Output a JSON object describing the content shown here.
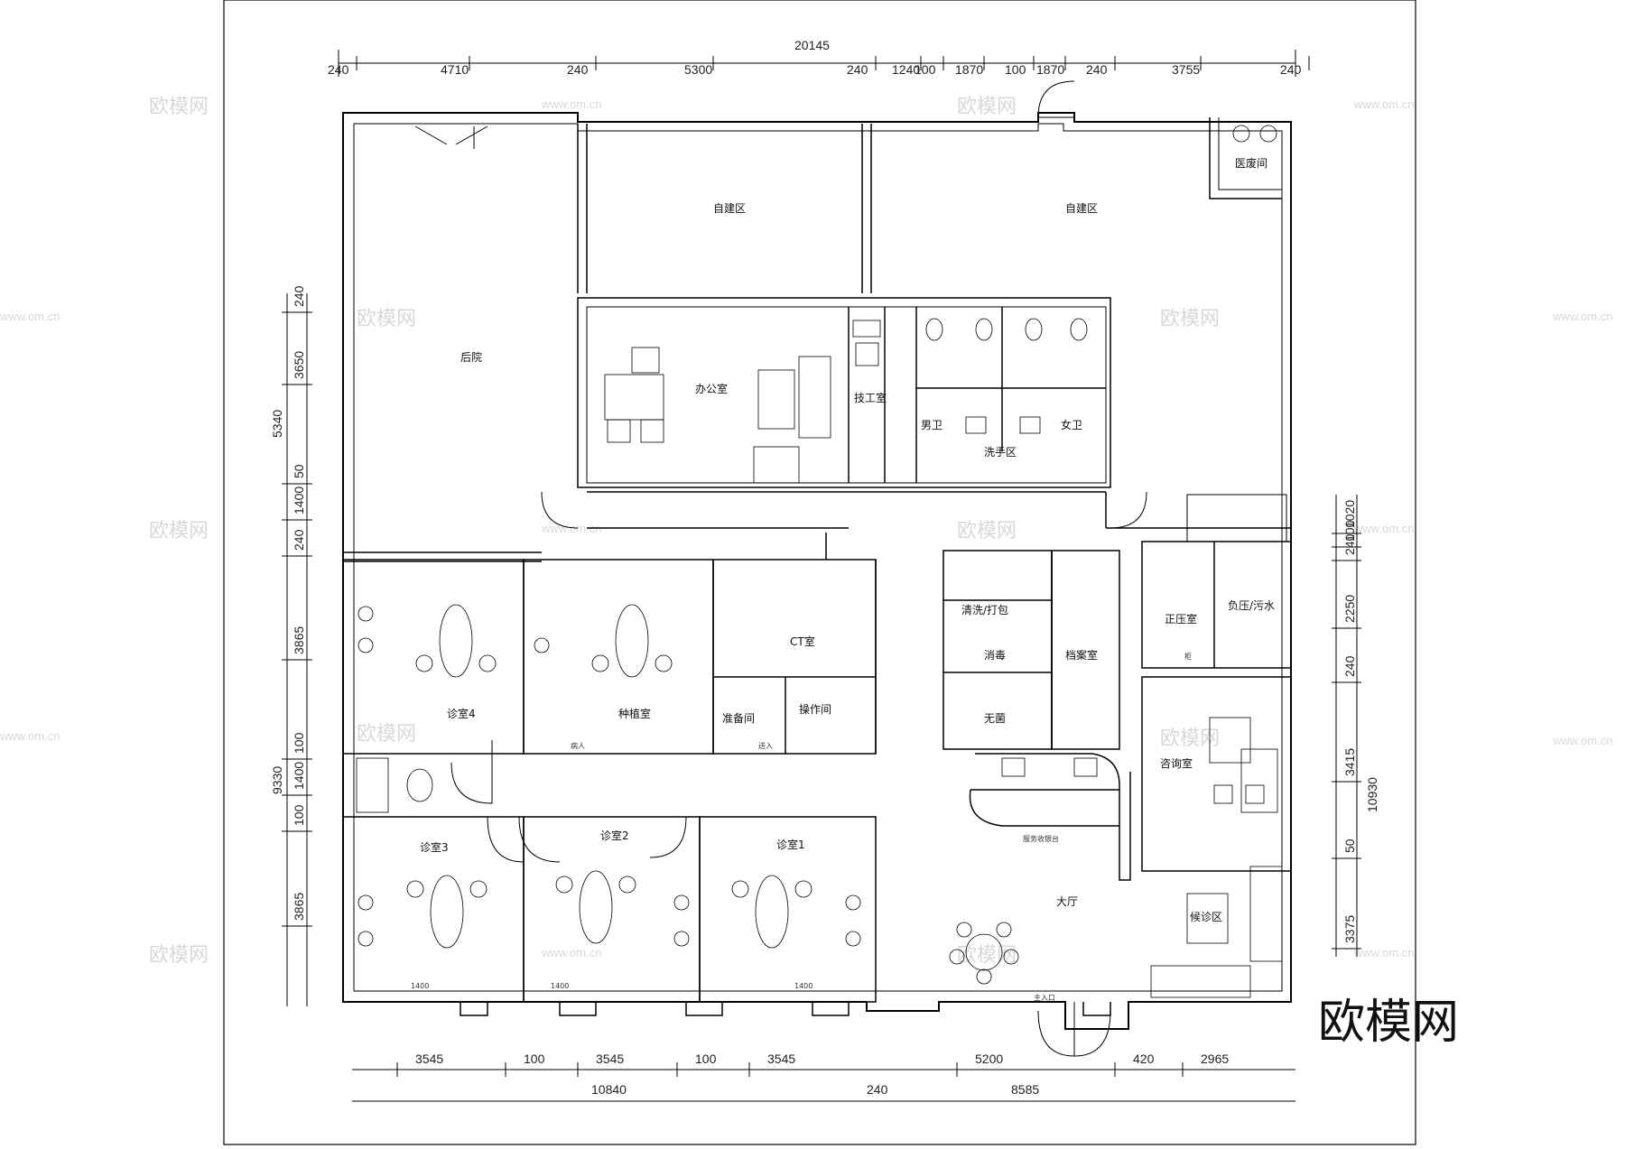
{
  "watermark": {
    "brand": "欧模网",
    "url": "www.om.cn",
    "corner_logo": "欧模网"
  },
  "dimensions": {
    "top_total": "20145",
    "top_segments": [
      "240",
      "4710",
      "240",
      "5300",
      "240",
      "1240",
      "100",
      "1870",
      "100",
      "1870",
      "240",
      "3755",
      "240"
    ],
    "left_total": "5340",
    "left_segments": [
      "240",
      "3650",
      "50",
      "1400",
      "240"
    ],
    "left_total2": "9330",
    "left_segments2": [
      "3865",
      "100",
      "1400",
      "100",
      "3865"
    ],
    "right_total": "10930",
    "right_segments": [
      "1020",
      "100",
      "240",
      "2250",
      "240",
      "3415",
      "50",
      "3375"
    ],
    "bottom_segments": [
      "3545",
      "100",
      "3545",
      "100",
      "3545",
      "5200",
      "420",
      "2965"
    ],
    "bottom_totals": [
      "10840",
      "240",
      "8585"
    ],
    "window_widths": [
      "1400",
      "1400",
      "1400"
    ]
  },
  "rooms": {
    "self_built_1": "自建区",
    "self_built_2": "自建区",
    "medical_waste": "医废间",
    "backyard": "后院",
    "office": "办公室",
    "tech_room": "技工室",
    "men_wc": "男卫",
    "women_wc": "女卫",
    "wash_area": "洗手区",
    "clinic_4": "诊室4",
    "implant": "种植室",
    "ct": "CT室",
    "prep": "准备间",
    "operation": "操作间",
    "wash_pack": "清洗/打包",
    "disinfect": "消毒",
    "sterile": "无菌",
    "archive": "档案室",
    "positive_pressure": "正压室",
    "negative_pressure": "负压/污水",
    "consult": "咨询室",
    "clinic_3": "诊室3",
    "clinic_2": "诊室2",
    "clinic_1": "诊室1",
    "hall": "大厅",
    "waiting": "候诊区",
    "reception": "服务收银台",
    "entrance": "主入口",
    "patient_entry": "病人",
    "goods_entry": "送入",
    "cabinet": "柜"
  }
}
